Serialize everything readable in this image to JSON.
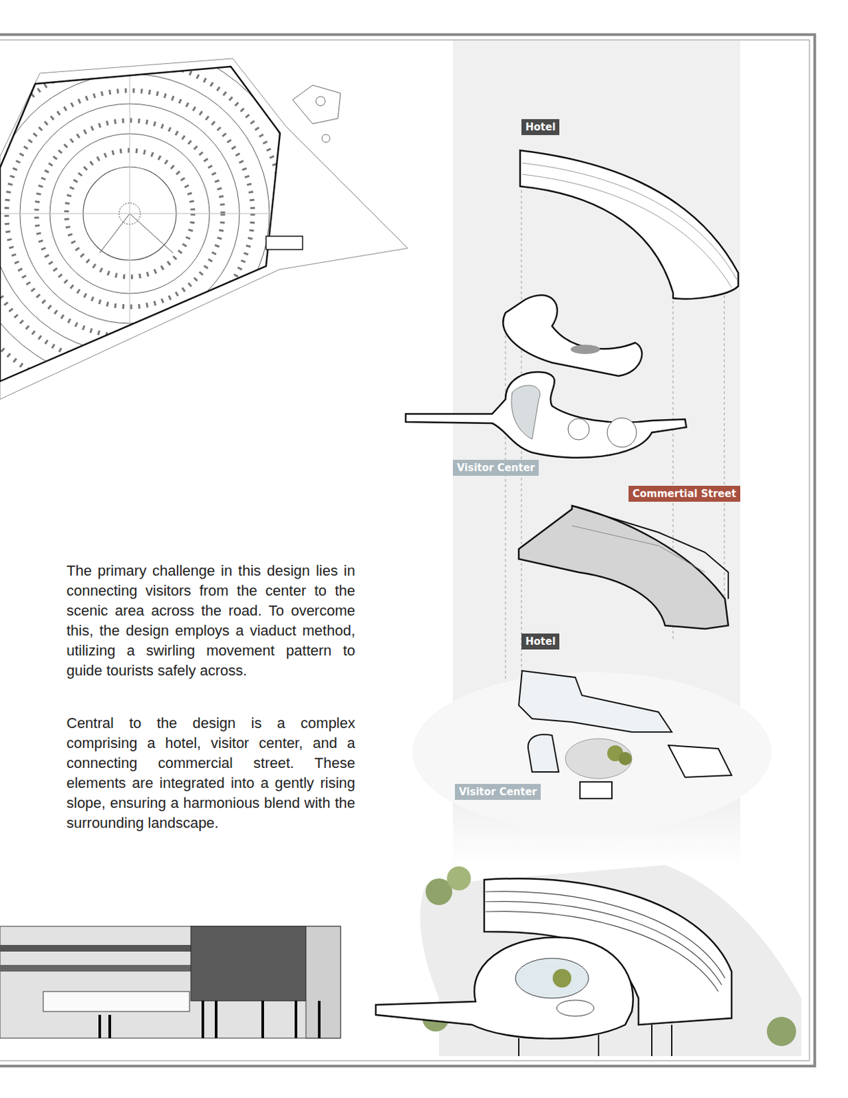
{
  "diagram": {
    "nodes": [
      {
        "text": [
          "Hotel"
        ]
      },
      {
        "text": [
          "Visitor Center"
        ]
      },
      {
        "text": [
          "Commertial Street"
        ]
      },
      {
        "text": [
          "Hotel"
        ]
      },
      {
        "text": [
          "Visitor Center"
        ]
      }
    ],
    "labels": [
      "The primary challenge in this design lies in connecting visitors from the center to the scenic area across the road. To overcome this, the design employs a viaduct method, utilizing a swirling movement pattern to guide tourists safely across.",
      "Central to the design is a complex comprising a hotel, visitor center, and a connecting commercial street. These elements are integrated into a gently rising slope, ensuring a harmonious blend with the surrounding landscape."
    ]
  }
}
